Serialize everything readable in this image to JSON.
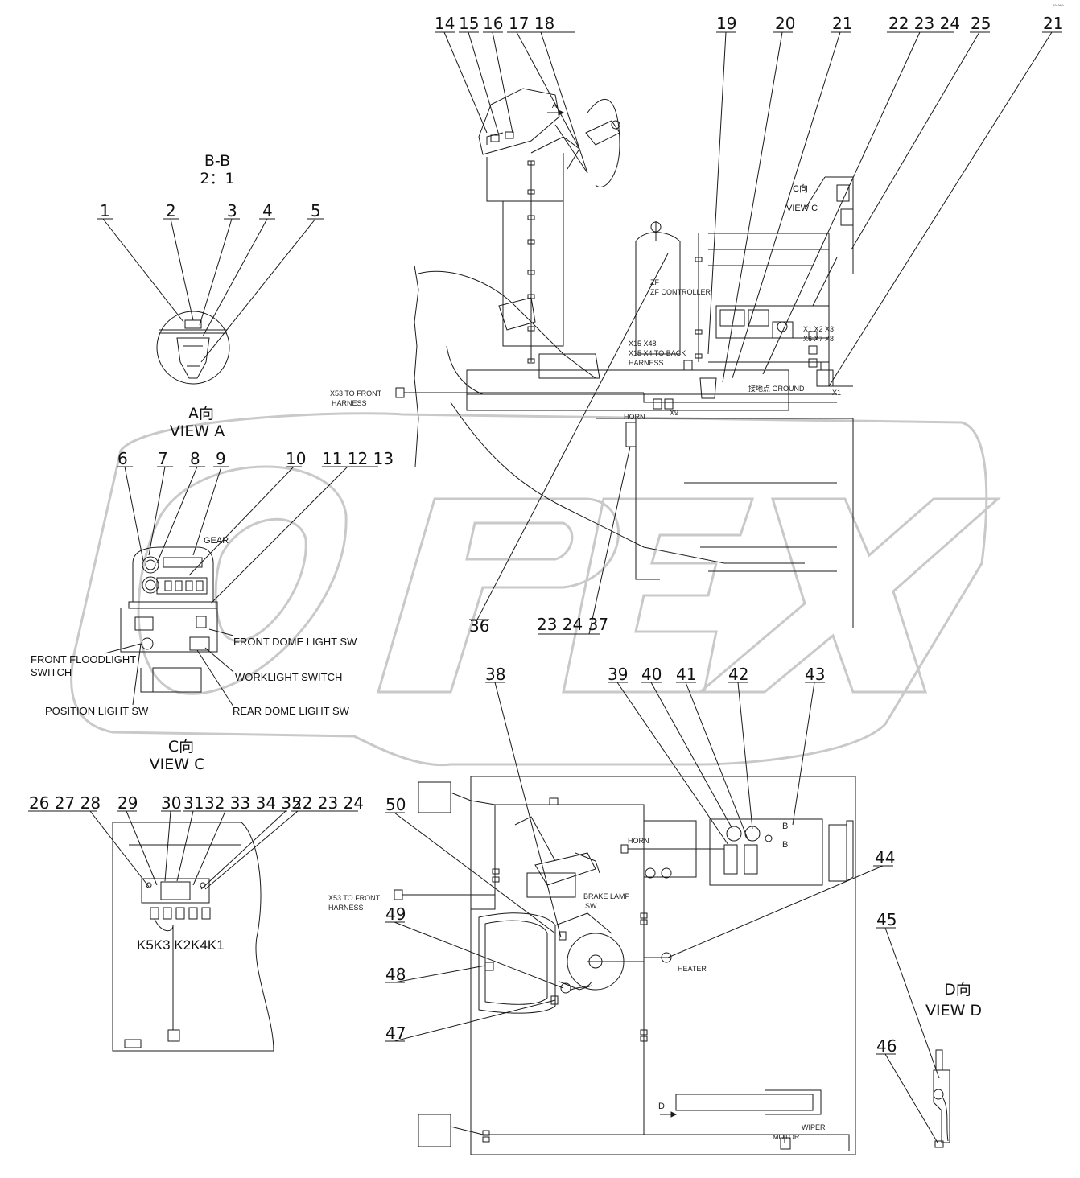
{
  "corner_mark": "°° °°°",
  "views": {
    "bb": {
      "title": "B-B",
      "scale": "2：1"
    },
    "a": {
      "title_cn": "A向",
      "title_en": "VIEW A"
    },
    "c": {
      "title_cn": "C向",
      "title_en": "VIEW C"
    },
    "d": {
      "title_cn": "D向",
      "title_en": "VIEW D"
    },
    "c_small_cn": "C向",
    "c_small_en": "VIEW C"
  },
  "callouts": {
    "c1": "1",
    "c2": "2",
    "c3": "3",
    "c4": "4",
    "c5": "5",
    "c6": "6",
    "c7": "7",
    "c8": "8",
    "c9": "9",
    "c10": "10",
    "c11_13": "11 12 13",
    "c14": "14",
    "c15": "15",
    "c16": "16",
    "c17_18": "17 18",
    "c19": "19",
    "c20": "20",
    "c21a": "21",
    "c22_24a": "22 23 24",
    "c25": "25",
    "c21b": "21",
    "c36": "36",
    "c23_37": "23 24 37",
    "c26_28": "26 27 28",
    "c29": "29",
    "c30": "30",
    "c31": "31",
    "c32_35": "32 33 34 35",
    "c22_24b": "22 23 24",
    "c38": "38",
    "c39": "39",
    "c40": "40",
    "c41": "41",
    "c42": "42",
    "c43": "43",
    "c44": "44",
    "c45": "45",
    "c46": "46",
    "c47": "47",
    "c48": "48",
    "c49": "49",
    "c50": "50"
  },
  "labels": {
    "gear": "GEAR",
    "front_floodlight": "FRONT FLOODLIGHT",
    "switch": "SWITCH",
    "front_dome": "FRONT DOME LIGHT  SW",
    "worklight": "WORKLIGHT SWITCH",
    "position_light": "POSITION LIGHT SW",
    "rear_dome": "REAR DOME LIGHT SW",
    "relays": "K5K3 K2K4K1",
    "zf": "ZF",
    "zf_controller": "ZF CONTROLLER",
    "x15_x48": "X15   X48",
    "x15_x4": "X15   X4 TO BACK",
    "harness": "HARNESS",
    "x53_front_1": "X53 TO FRONT",
    "harness_1": "HARNESS",
    "x53_front_2": "X53 TO FRONT",
    "harness_2": "HARNESS",
    "ground": "接地点 GROUND",
    "x1": "X1",
    "x9": "X9",
    "horn_top": "HORN",
    "horn_mid": "HORN",
    "conn_row1": "X1   X2   X3",
    "conn_row2": "X6   X7   X8",
    "brake_lamp": "BRAKE LAMP",
    "sw": "SW",
    "heater": "HEATER",
    "wiper": "WIPER",
    "motor": "MOTOR",
    "b1": "B",
    "b2": "B",
    "a_arrow": "A",
    "d_arrow": "D"
  },
  "watermark": "OPEX"
}
